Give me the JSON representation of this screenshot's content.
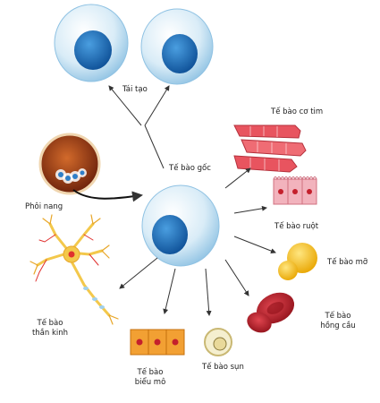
{
  "labels": {
    "regenerate": "Tái tạo",
    "stem_cell": "Tế bào gốc",
    "blastocyst": "Phôi nang",
    "cardiac": "Tế bào cơ tim",
    "intestinal": "Tế bào ruột",
    "fat": "Tế bào mỡ",
    "rbc_line1": "Tế bào",
    "rbc_line2": "hồng cầu",
    "cartilage": "Tế bào sụn",
    "epithelial_line1": "Tế bào",
    "epithelial_line2": "biểu mô",
    "neuron_line1": "Tế bào",
    "neuron_line2": "thần kinh"
  },
  "colors": {
    "cell_membrane": "#b9dcef",
    "nucleus": "#1f6fb8",
    "cardiac": "#e8545f",
    "intestinal": "#f2b3bd",
    "fat": "#f6c21a",
    "rbc": "#c4202c",
    "epithelial": "#f2a033",
    "neuron": "#f3c84b",
    "blastocyst": "#8a2a10"
  }
}
